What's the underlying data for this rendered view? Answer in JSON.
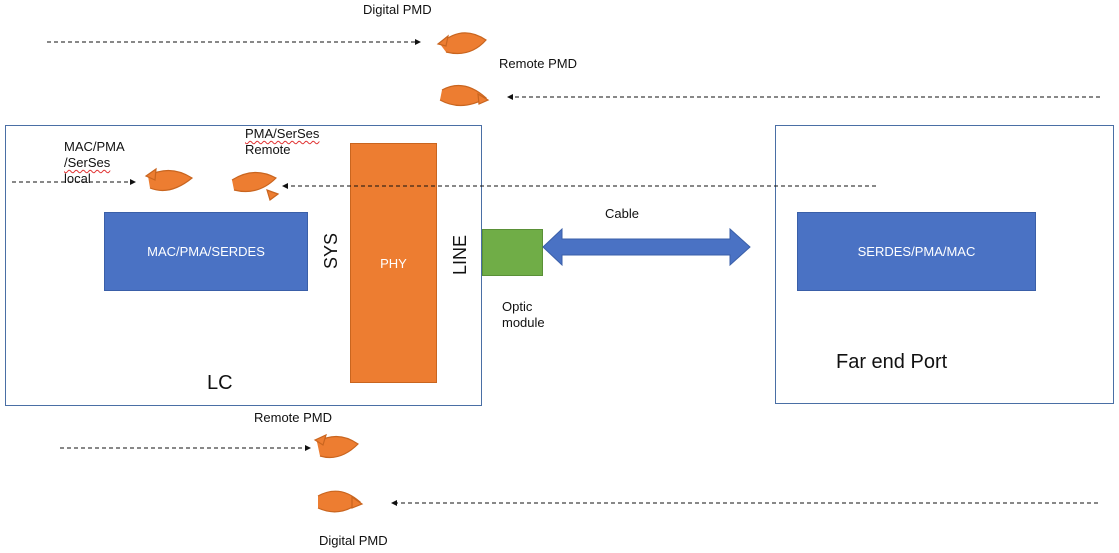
{
  "labels": {
    "digital_pmd_top": "Digital PMD",
    "remote_pmd_top": "Remote PMD",
    "mac_pma_line1": "MAC/PMA",
    "mac_pma_line2": "/SerSes",
    "mac_pma_line3": "local",
    "pma_serses_line1": "PMA/SerSes",
    "pma_serses_line2": "Remote",
    "cable": "Cable",
    "optic_line1": "Optic",
    "optic_line2": "module",
    "lc": "LC",
    "far_end_port": "Far end Port",
    "remote_pmd_bottom": "Remote PMD",
    "digital_pmd_bottom": "Digital PMD"
  },
  "blocks": {
    "mac_pma_serdes": "MAC/PMA/SERDES",
    "sys": "SYS",
    "phy": "PHY",
    "line": "LINE",
    "serdes_pma_mac": "SERDES/PMA/MAC"
  },
  "colors": {
    "block_blue": "#4a72c4",
    "phy_orange": "#ed7d31",
    "optic_green": "#70ad47",
    "loop_orange": "#ed7d31",
    "frame_border": "#4a6fa5"
  }
}
